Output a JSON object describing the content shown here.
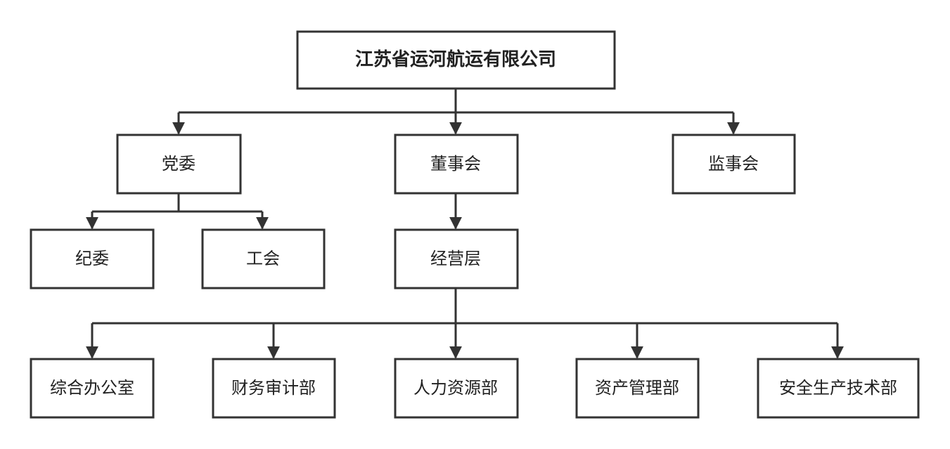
{
  "org_chart": {
    "root": {
      "label": "江苏省运河航运有限公司"
    },
    "level1": {
      "party_committee": {
        "label": "党委"
      },
      "board": {
        "label": "董事会"
      },
      "supervisory_board": {
        "label": "监事会"
      }
    },
    "under_party_committee": {
      "discipline_committee": {
        "label": "纪委"
      },
      "labor_union": {
        "label": "工会"
      }
    },
    "under_board": {
      "management": {
        "label": "经营层"
      }
    },
    "departments": [
      {
        "label": "综合办公室"
      },
      {
        "label": "财务审计部"
      },
      {
        "label": "人力资源部"
      },
      {
        "label": "资产管理部"
      },
      {
        "label": "安全生产技术部"
      }
    ]
  },
  "colors": {
    "line": "#333333",
    "box_fill": "#ffffff",
    "text": "#222222"
  }
}
